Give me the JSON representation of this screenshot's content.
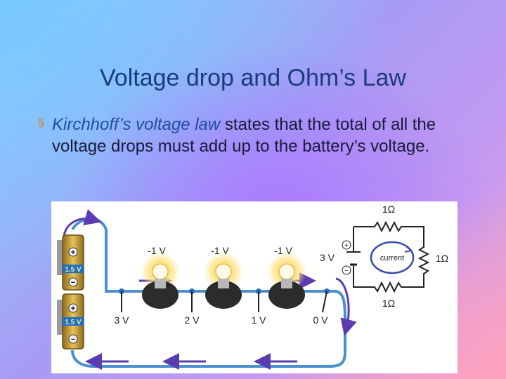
{
  "slide": {
    "title": "Voltage drop and Ohm’s Law",
    "bullet": {
      "term": "Kirchhoff’s voltage law",
      "rest": " states that the total of all the voltage drops must add up to the battery’s voltage."
    }
  },
  "figure": {
    "batteries": [
      {
        "label": "1.5 V",
        "plus": "+",
        "minus": "−"
      },
      {
        "label": "1.5 V",
        "plus": "+",
        "minus": "−"
      }
    ],
    "bulb_drops": [
      "-1 V",
      "-1 V",
      "-1 V"
    ],
    "node_voltages": [
      "3 V",
      "2 V",
      "1 V",
      "0 V"
    ],
    "schematic": {
      "source_voltage": "3 V",
      "current_label": "current",
      "resistors": [
        "1Ω",
        "1Ω",
        "1Ω"
      ],
      "plus": "+",
      "minus": "−"
    }
  },
  "colors": {
    "title": "#1a3c78",
    "bullet_marker": "#e07b1b",
    "term": "#1f4fa0",
    "wire": "#4a8fd0",
    "arrow": "#5a3cb0"
  }
}
